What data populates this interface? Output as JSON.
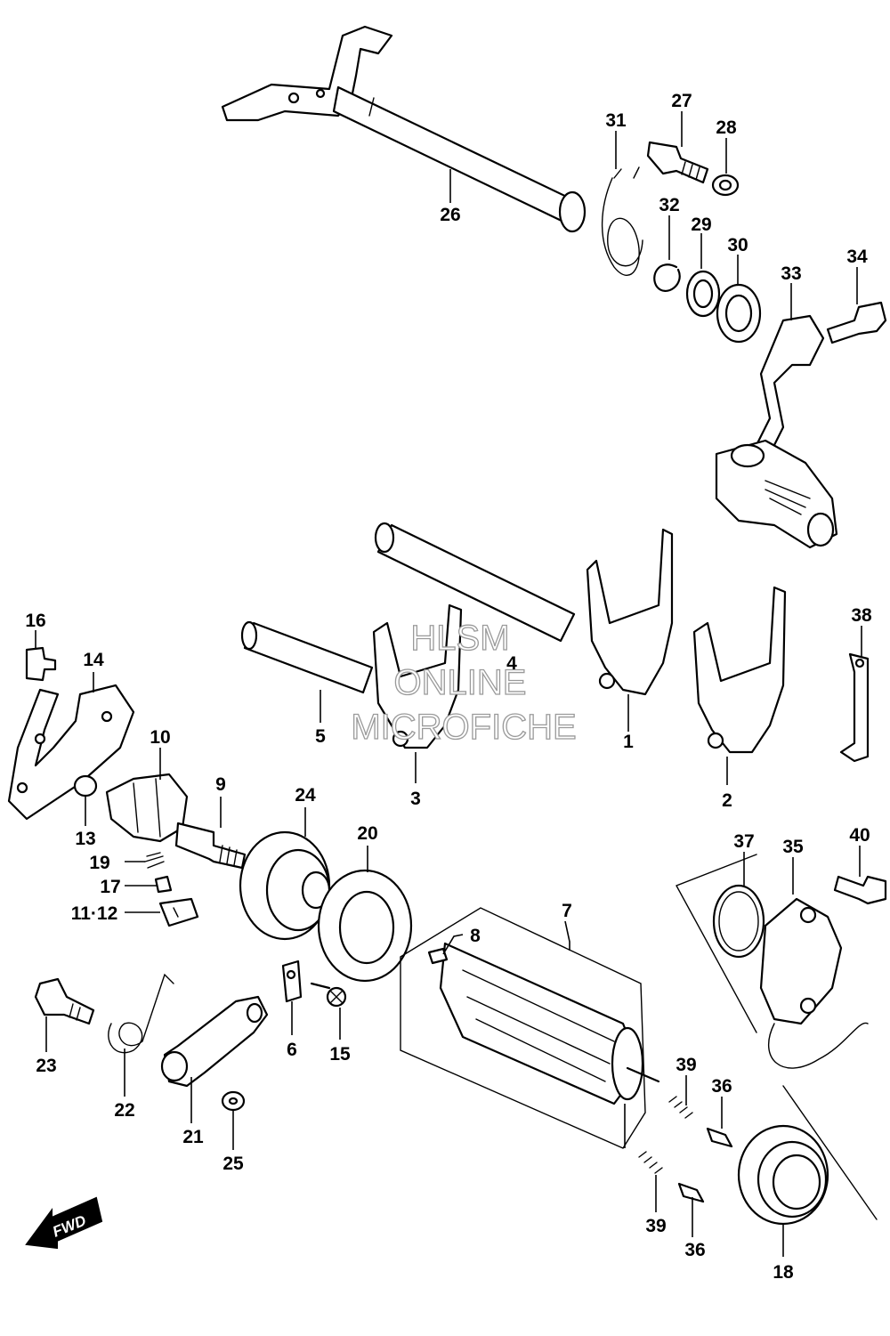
{
  "watermark": [
    "HLSM",
    "ONLINE",
    "MICROFICHE"
  ],
  "direction_badge": "FWD",
  "callouts": {
    "p1": "1",
    "p2": "2",
    "p3": "3",
    "p4": "4",
    "p5": "5",
    "p6": "6",
    "p7": "7",
    "p8": "8",
    "p9": "9",
    "p10": "10",
    "p11_12": "11·12",
    "p13": "13",
    "p14": "14",
    "p15": "15",
    "p16": "16",
    "p17": "17",
    "p18": "18",
    "p19": "19",
    "p20": "20",
    "p21": "21",
    "p22": "22",
    "p23": "23",
    "p24": "24",
    "p25": "25",
    "p26": "26",
    "p27": "27",
    "p28": "28",
    "p29": "29",
    "p30": "30",
    "p31": "31",
    "p32": "32",
    "p33": "33",
    "p34": "34",
    "p35": "35",
    "p36a": "36",
    "p36b": "36",
    "p37": "37",
    "p38": "38",
    "p39a": "39",
    "p39b": "39",
    "p40": "40"
  }
}
